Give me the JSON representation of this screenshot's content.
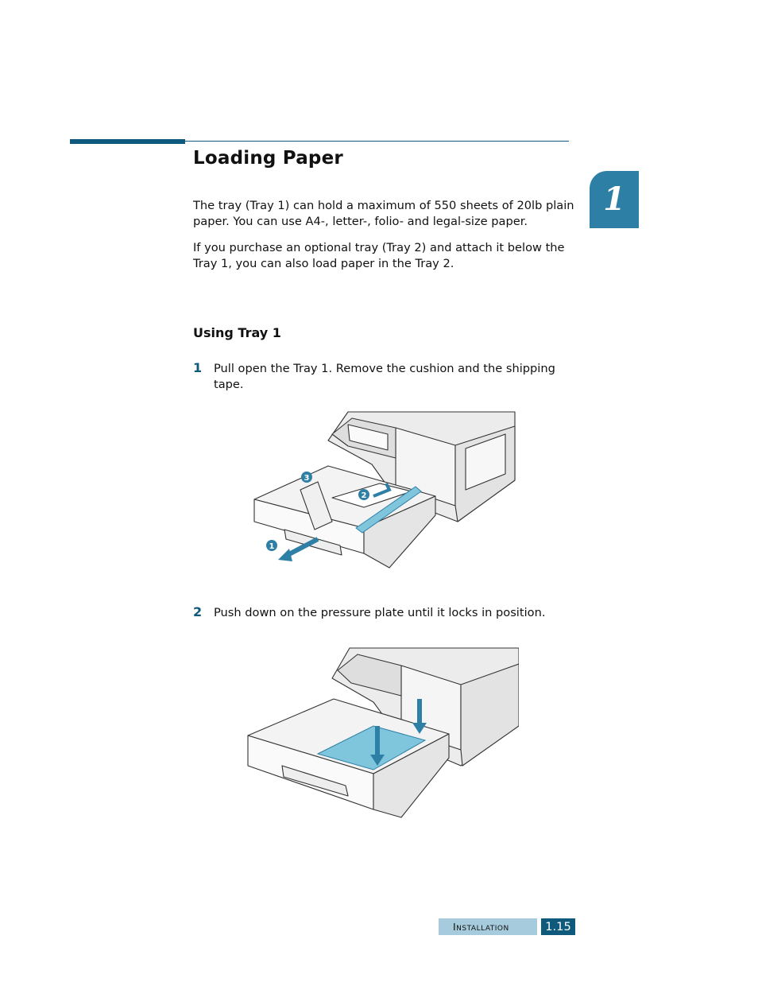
{
  "chapter_tab": "1",
  "heading": "Loading Paper",
  "intro": [
    "The tray (Tray 1) can hold a maximum of 550 sheets of 20lb plain paper. You can use A4-, letter-, folio- and legal-size paper.",
    "If you purchase an optional tray (Tray 2) and attach it below the Tray 1, you can also load paper in the Tray 2."
  ],
  "subheading": "Using Tray 1",
  "steps": [
    {
      "number": "1",
      "text": "Pull open the Tray 1. Remove the cushion and the shipping tape."
    },
    {
      "number": "2",
      "text": "Push down on the pressure plate until it locks in position."
    }
  ],
  "figure1_callouts": [
    "1",
    "2",
    "3"
  ],
  "footer": {
    "section": "Installation",
    "page": "1.15"
  },
  "colors": {
    "accent": "#0f5a7c",
    "tab": "#2e7fa6",
    "footer_light": "#a6cbdc",
    "highlight": "#7fc6dd"
  }
}
